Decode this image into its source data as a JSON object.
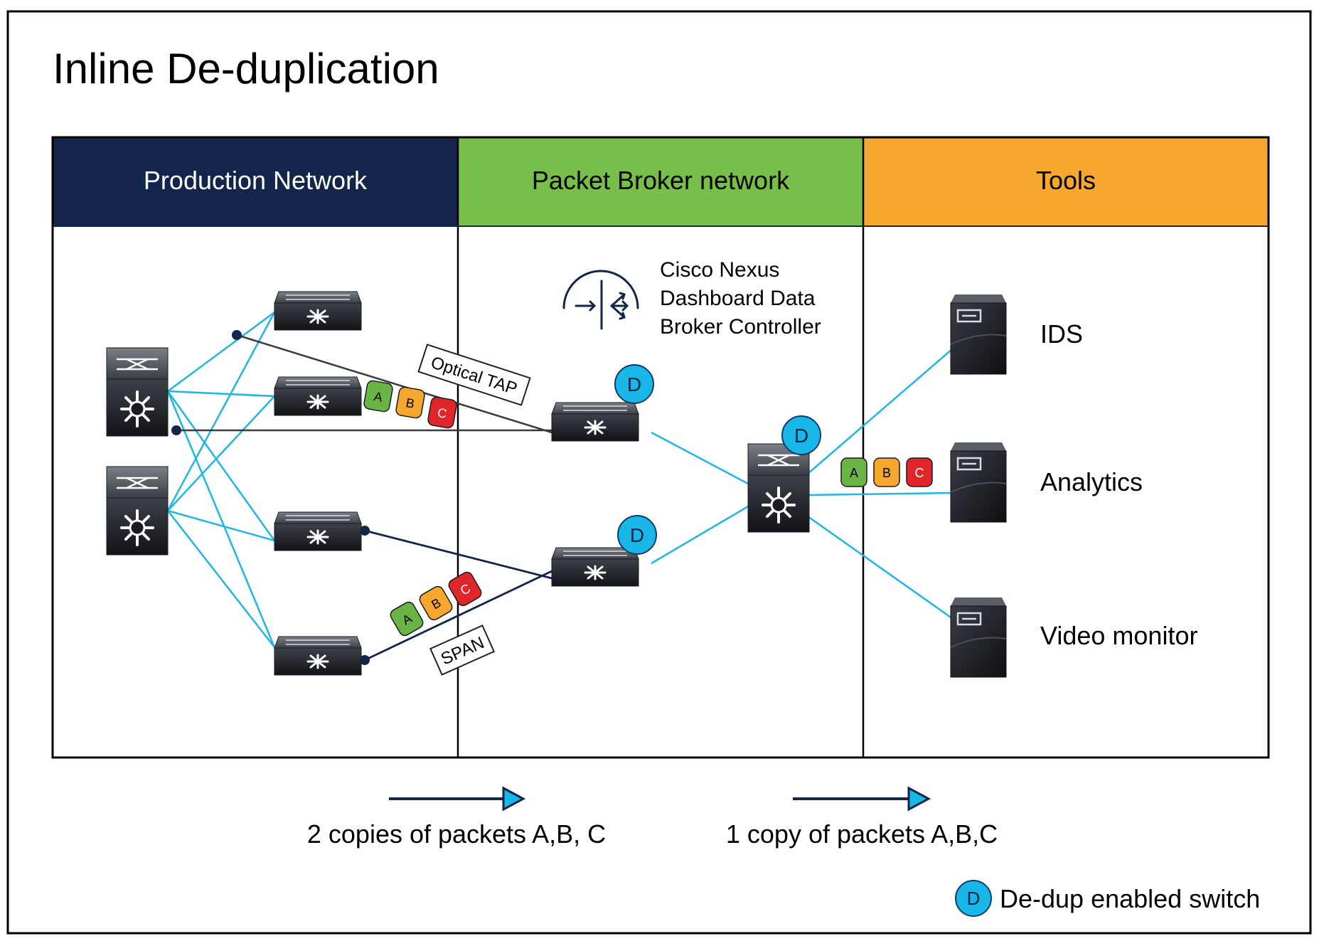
{
  "title": "Inline De-duplication",
  "sections": {
    "production": {
      "label": "Production Network",
      "color": "#13254b"
    },
    "broker": {
      "label": "Packet Broker network",
      "color": "#77bf4a"
    },
    "tools": {
      "label": "Tools",
      "color": "#f5a72e"
    }
  },
  "controller": {
    "line1": "Cisco Nexus",
    "line2": "Dashboard Data",
    "line3": "Broker Controller"
  },
  "tap_labels": {
    "optical": "Optical TAP",
    "span": "SPAN"
  },
  "packets": {
    "a": "A",
    "b": "B",
    "c": "C"
  },
  "dedup_badge": "D",
  "tools": {
    "ids": "IDS",
    "analytics": "Analytics",
    "video": "Video monitor"
  },
  "flows": {
    "before": "2 copies of packets A,B, C",
    "after": "1 copy of packets A,B,C"
  },
  "legend": {
    "badge": "D",
    "label": "De-dup enabled switch"
  },
  "colors": {
    "link": "#1fb6e5",
    "tap_line": "#3a3a3a",
    "span_line": "#13254b",
    "packet_a": "#6ab345",
    "packet_b": "#f5a72e",
    "packet_c": "#e0262b",
    "dedup": "#19b6e8"
  }
}
